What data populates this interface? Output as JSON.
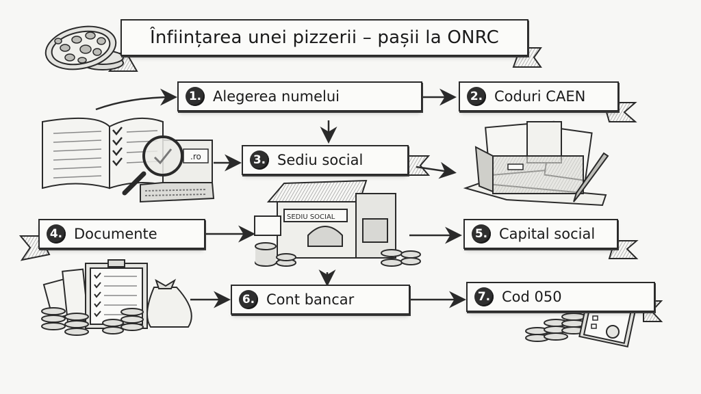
{
  "title": "Înființarea unei pizzerii – pașii la ONRC",
  "steps": [
    {
      "number": "1.",
      "label": "Alegerea numelui"
    },
    {
      "number": "2.",
      "label": "Coduri CAEN"
    },
    {
      "number": "3.",
      "label": "Sediu social"
    },
    {
      "number": "4.",
      "label": "Documente"
    },
    {
      "number": "5.",
      "label": "Capital social"
    },
    {
      "number": "6.",
      "label": "Cont bancar"
    },
    {
      "number": "7.",
      "label": "Cod 050"
    }
  ],
  "illustrations": {
    "pizza": "pizza-with-coins",
    "name_search": {
      "domain_text": ".ro",
      "items": [
        "open-book-checklist",
        "magnifying-glass",
        "laptop"
      ]
    },
    "caen_folder": "folder-with-documents-and-pen",
    "office": {
      "sign_text": "SEDIU SOCIAL",
      "items": [
        "pizzeria-building",
        "coin-stacks"
      ]
    },
    "documents": [
      "papers",
      "checklist-clipboard",
      "coin-stacks",
      "money-bag"
    ],
    "cod050": [
      "coin-stacks",
      "clipboard-with-checkboxes"
    ]
  },
  "colors": {
    "background": "#f7f7f5",
    "banner_fill": "#fbfbf9",
    "ink": "#2a2a2a",
    "badge": "#2f2f2f"
  }
}
